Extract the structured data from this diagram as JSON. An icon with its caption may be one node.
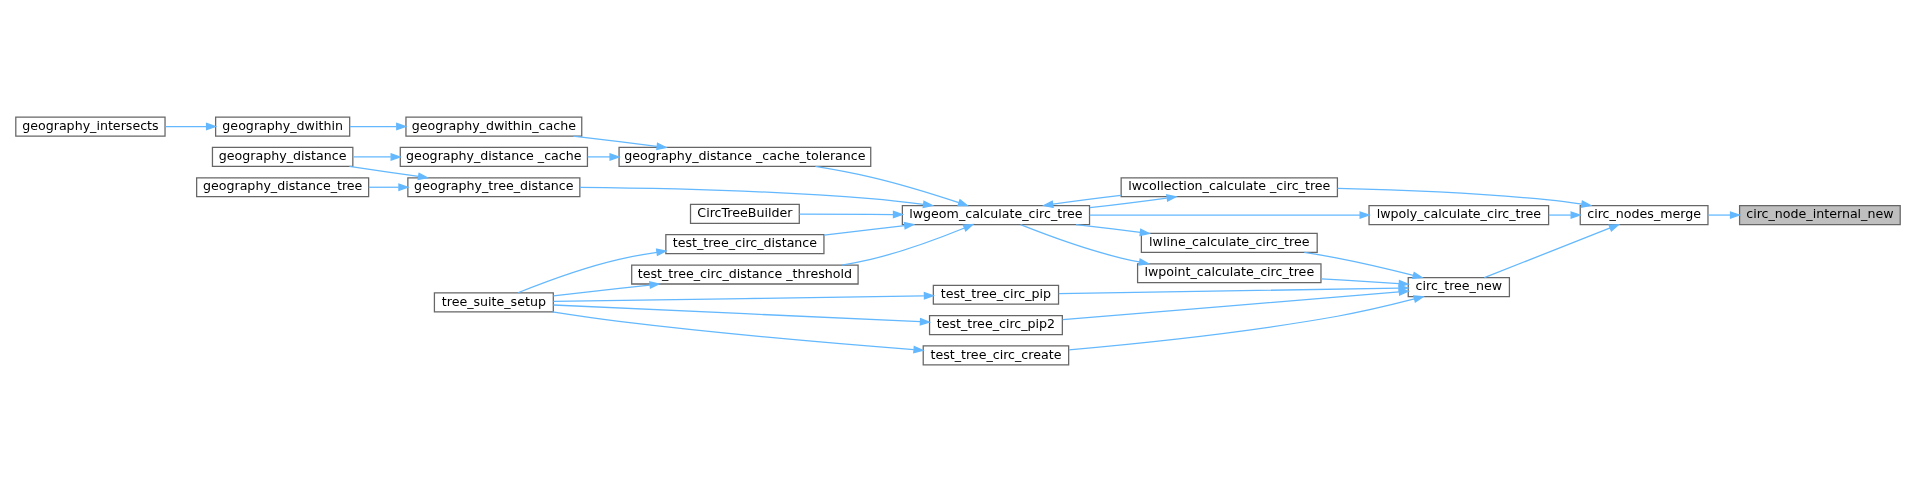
{
  "diagram": {
    "nodes": [
      {
        "text": [
          "circ_node_internal_new"
        ]
      },
      {
        "text": [
          "circ_nodes_merge"
        ]
      },
      {
        "text": [
          "circ_tree_new"
        ]
      },
      {
        "text": [
          "lwpoly_calculate_circ_tree"
        ]
      },
      {
        "text": [
          "lwcollection_calculate _circ_tree"
        ]
      },
      {
        "text": [
          "lwpoint_calculate_circ_tree"
        ]
      },
      {
        "text": [
          "lwline_calculate_circ_tree"
        ]
      },
      {
        "text": [
          "test_tree_circ_pip2"
        ]
      },
      {
        "text": [
          "test_tree_circ_create"
        ]
      },
      {
        "text": [
          "test_tree_circ_pip"
        ]
      },
      {
        "text": [
          "lwgeom_calculate_circ_tree"
        ]
      },
      {
        "text": [
          "tree_suite_setup"
        ]
      },
      {
        "text": [
          "test_tree_circ_distance"
        ]
      },
      {
        "text": [
          "test_tree_circ_distance _threshold"
        ]
      },
      {
        "text": [
          "CircTreeBuilder"
        ]
      },
      {
        "text": [
          "geography_distance _cache_tolerance"
        ]
      },
      {
        "text": [
          "geography_tree_distance"
        ]
      },
      {
        "text": [
          "geography_dwithin_cache"
        ]
      },
      {
        "text": [
          "geography_distance _cache"
        ]
      },
      {
        "text": [
          "geography_distance"
        ]
      },
      {
        "text": [
          "geography_distance_tree"
        ]
      },
      {
        "text": [
          "geography_dwithin"
        ]
      },
      {
        "text": [
          "geography_intersects"
        ]
      }
    ],
    "edges": [
      {
        "from": 1,
        "to": 0,
        "arrow": "to"
      },
      {
        "from": 2,
        "to": 1,
        "arrow": "to"
      },
      {
        "from": 3,
        "to": 1,
        "arrow": "to"
      },
      {
        "from": 4,
        "to": 1,
        "arrow": "to"
      },
      {
        "from": 7,
        "to": 2,
        "arrow": "to"
      },
      {
        "from": 8,
        "to": 2,
        "arrow": "to"
      },
      {
        "from": 9,
        "to": 2,
        "arrow": "to"
      },
      {
        "from": 5,
        "to": 2,
        "arrow": "to"
      },
      {
        "from": 6,
        "to": 2,
        "arrow": "to"
      },
      {
        "from": 11,
        "to": 7,
        "arrow": "to"
      },
      {
        "from": 11,
        "to": 8,
        "arrow": "to"
      },
      {
        "from": 11,
        "to": 9,
        "arrow": "to"
      },
      {
        "from": 10,
        "to": 5,
        "arrow": "to"
      },
      {
        "from": 10,
        "to": 6,
        "arrow": "to"
      },
      {
        "from": 10,
        "to": 3,
        "arrow": "to"
      },
      {
        "from": 12,
        "to": 10,
        "arrow": "to"
      },
      {
        "from": 13,
        "to": 10,
        "arrow": "to"
      },
      {
        "from": 14,
        "to": 10,
        "arrow": "to"
      },
      {
        "from": 15,
        "to": 10,
        "arrow": "to"
      },
      {
        "from": 16,
        "to": 10,
        "arrow": "to"
      },
      {
        "from": 4,
        "to": 10,
        "arrow": "to"
      },
      {
        "from": 10,
        "to": 4,
        "arrow": "to"
      },
      {
        "from": 11,
        "to": 12,
        "arrow": "to"
      },
      {
        "from": 11,
        "to": 13,
        "arrow": "to"
      },
      {
        "from": 17,
        "to": 15,
        "arrow": "to"
      },
      {
        "from": 18,
        "to": 15,
        "arrow": "to"
      },
      {
        "from": 19,
        "to": 16,
        "arrow": "to"
      },
      {
        "from": 20,
        "to": 16,
        "arrow": "to"
      },
      {
        "from": 21,
        "to": 17,
        "arrow": "to"
      },
      {
        "from": 19,
        "to": 18,
        "arrow": "to"
      },
      {
        "from": 22,
        "to": 21,
        "arrow": "to"
      }
    ]
  }
}
